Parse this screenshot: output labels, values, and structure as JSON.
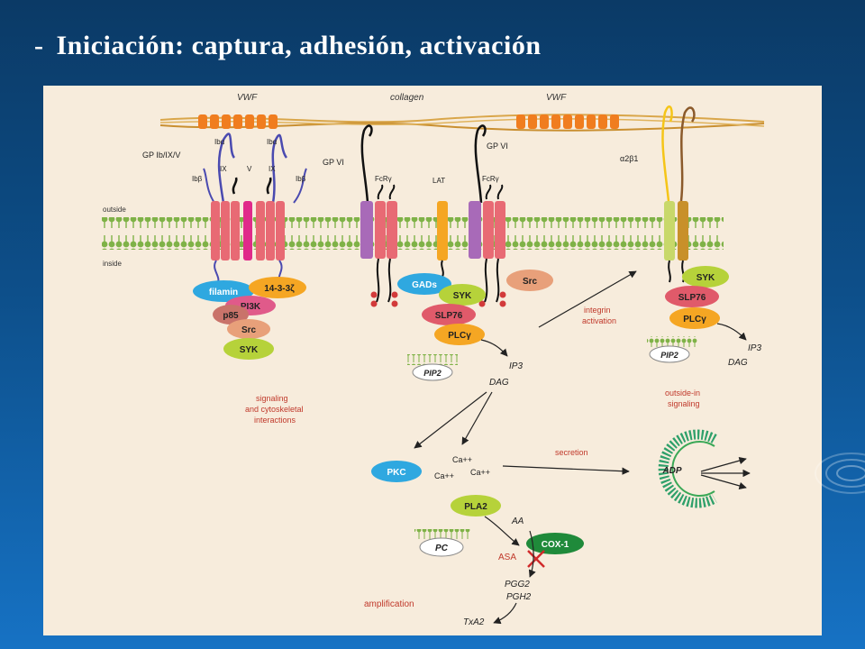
{
  "slide": {
    "dash": "-",
    "title": "Iniciación: captura, adhesión, activación"
  },
  "colors": {
    "background": "#0d4f8a",
    "panel": "#f7ecdc",
    "membrane": "#8fbf5a",
    "annotation": "#c0392b"
  },
  "diagram": {
    "labels": {
      "vwf_left": "VWF",
      "collagen": "collagen",
      "vwf_right": "VWF",
      "gp_ib_ix_v": "GP Ib/IX/V",
      "ib_alpha_1": "Ibα",
      "ib_alpha_2": "Ibα",
      "ix_1": "IX",
      "v": "V",
      "ix_2": "IX",
      "ib_beta_1": "Ibβ",
      "ib_beta_2": "Ibβ",
      "gp_vi_left": "GP VI",
      "gp_vi_right": "GP VI",
      "fcr_left": "FcRγ",
      "fcr_right": "FcRγ",
      "lat": "LAT",
      "alpha2beta1": "α2β1",
      "outside": "outside",
      "inside": "inside",
      "filamin": "filamin",
      "p1433": "14-3-3ζ",
      "pi3k": "PI3K",
      "p85": "p85",
      "src_left": "Src",
      "syk_left": "SYK",
      "gads": "GADs",
      "syk_mid": "SYK",
      "slp76_mid": "SLP76",
      "plc_mid": "PLCγ",
      "src_right": "Src",
      "pip2_mid": "PIP2",
      "ip3_mid": "IP3",
      "dag_mid": "DAG",
      "integrin_1": "integrin",
      "integrin_2": "activation",
      "syk_right": "SYK",
      "slp76_right": "SLP76",
      "plc_right": "PLCγ",
      "pip2_right": "PIP2",
      "ip3_right": "IP3",
      "dag_right": "DAG",
      "outside_in_1": "outside-in",
      "outside_in_2": "signaling",
      "signaling_1": "signaling",
      "signaling_2": "and cytoskeletal",
      "signaling_3": "interactions",
      "pkc": "PKC",
      "ca1": "Ca++",
      "ca2": "Ca++",
      "ca3": "Ca++",
      "secretion": "secretion",
      "adp": "ADP",
      "pla2": "PLA2",
      "aa": "AA",
      "pc": "PC",
      "cox1": "COX-1",
      "asa": "ASA",
      "pgg2": "PGG2",
      "pgh2": "PGH2",
      "txa2": "TxA2",
      "amplification": "amplification"
    }
  }
}
